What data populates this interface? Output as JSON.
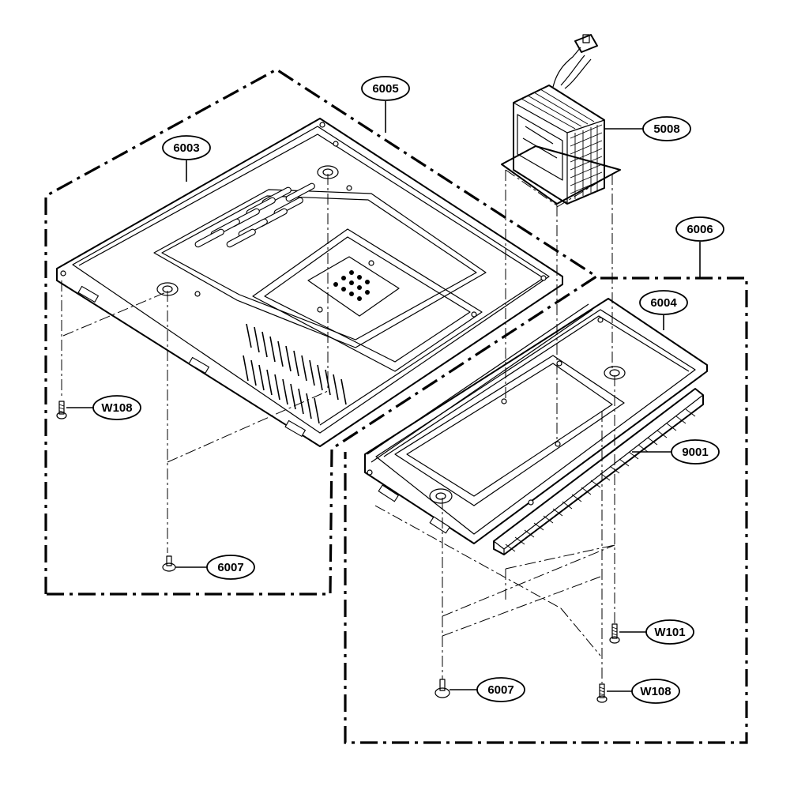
{
  "callouts": {
    "c6005": "6005",
    "c6003": "6003",
    "c5008": "5008",
    "c6006": "6006",
    "c6004": "6004",
    "cw108_left": "W108",
    "c9001": "9001",
    "c6007_left": "6007",
    "cw101": "W101",
    "c6007_right": "6007",
    "cw108_right": "W108"
  }
}
